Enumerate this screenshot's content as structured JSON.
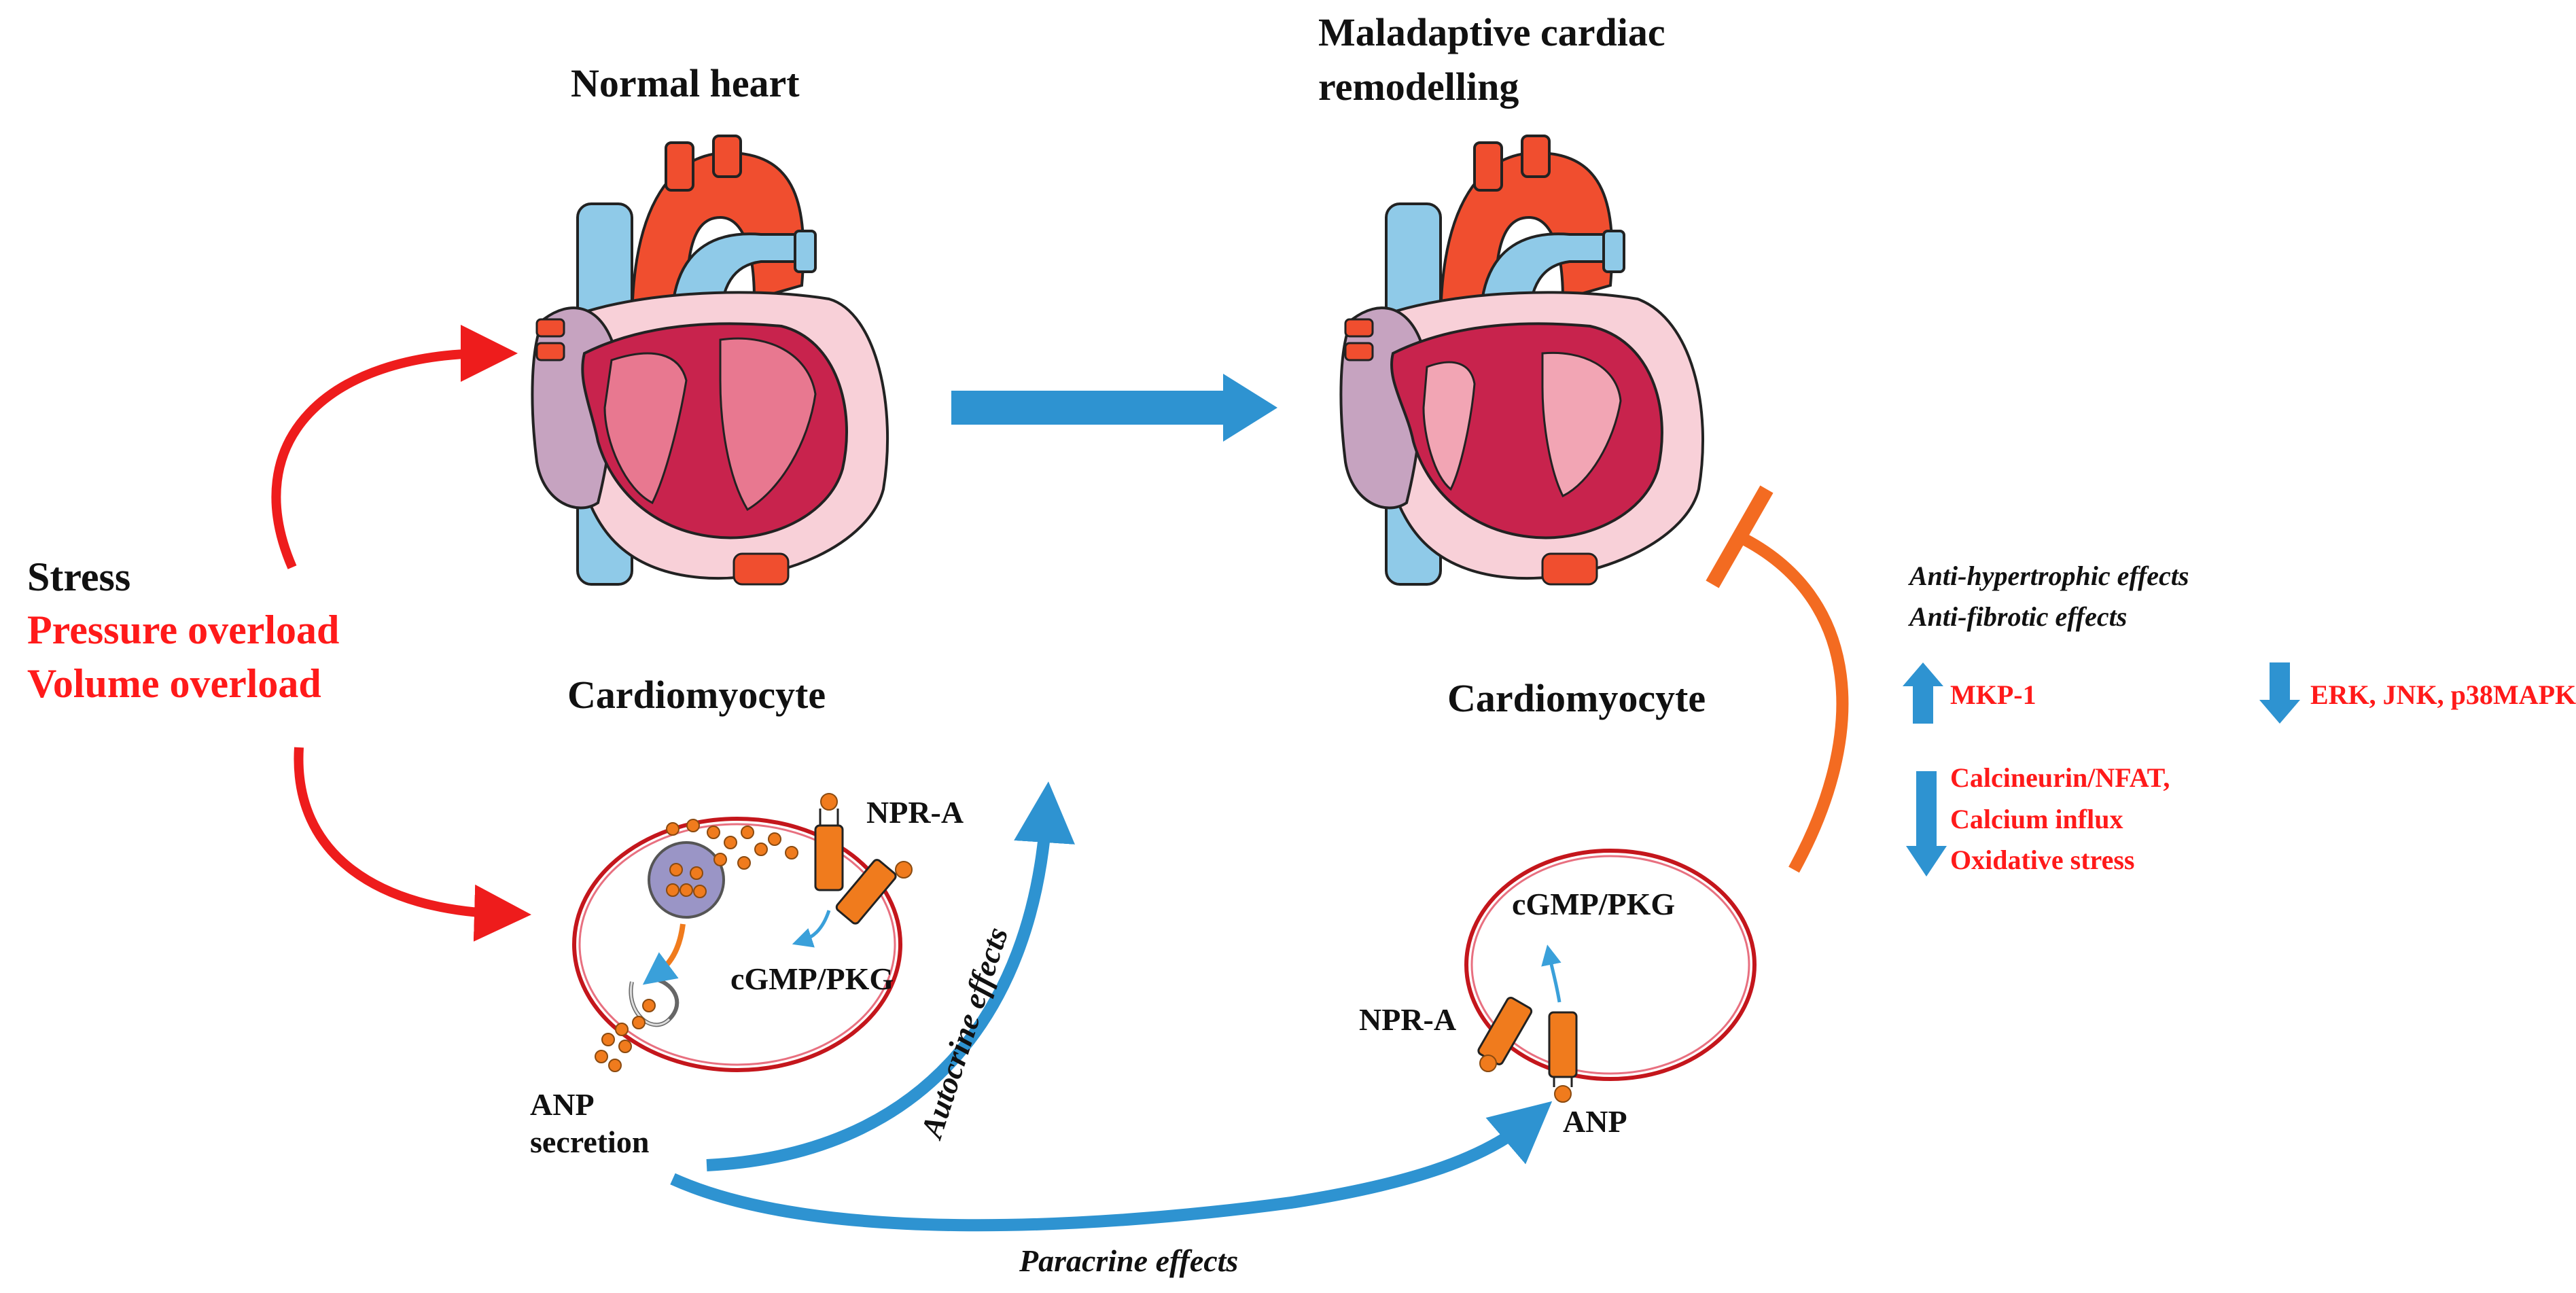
{
  "titles": {
    "normal_heart": "Normal heart",
    "maladaptive_line1": "Maladaptive cardiac",
    "maladaptive_line2": "remodelling"
  },
  "stress": {
    "stress": "Stress",
    "pressure": "Pressure overload",
    "volume": "Volume overload"
  },
  "cells": {
    "left_title": "Cardiomyocyte",
    "right_title": "Cardiomyocyte",
    "left_receptor": "NPR-A",
    "left_signal": "cGMP/PKG",
    "left_secretion_1": "ANP",
    "left_secretion_2": "secretion",
    "right_receptor": "NPR-A",
    "right_signal": "cGMP/PKG",
    "right_ligand": "ANP"
  },
  "effects": {
    "autocrine": "Autocrine effects",
    "paracrine": "Paracrine effects",
    "anti_hypertrophic": "Anti-hypertrophic effects",
    "anti_fibrotic": "Anti-fibrotic effects",
    "mkp1": "MKP-1",
    "erk": "ERK, JNK, p38MAPK",
    "calcineurin": "Calcineurin/NFAT,",
    "calcium": "Calcium  influx",
    "oxidative": "Oxidative  stress"
  },
  "colors": {
    "red": "#ff1a1a",
    "blue_arrow": "#2e93d1",
    "orange": "#f07b1d",
    "cell_membrane": "#c4161c",
    "heart_muscle": "#c8234d",
    "vessel_blue": "#8fcae8",
    "aorta_red": "#f04e2f"
  }
}
